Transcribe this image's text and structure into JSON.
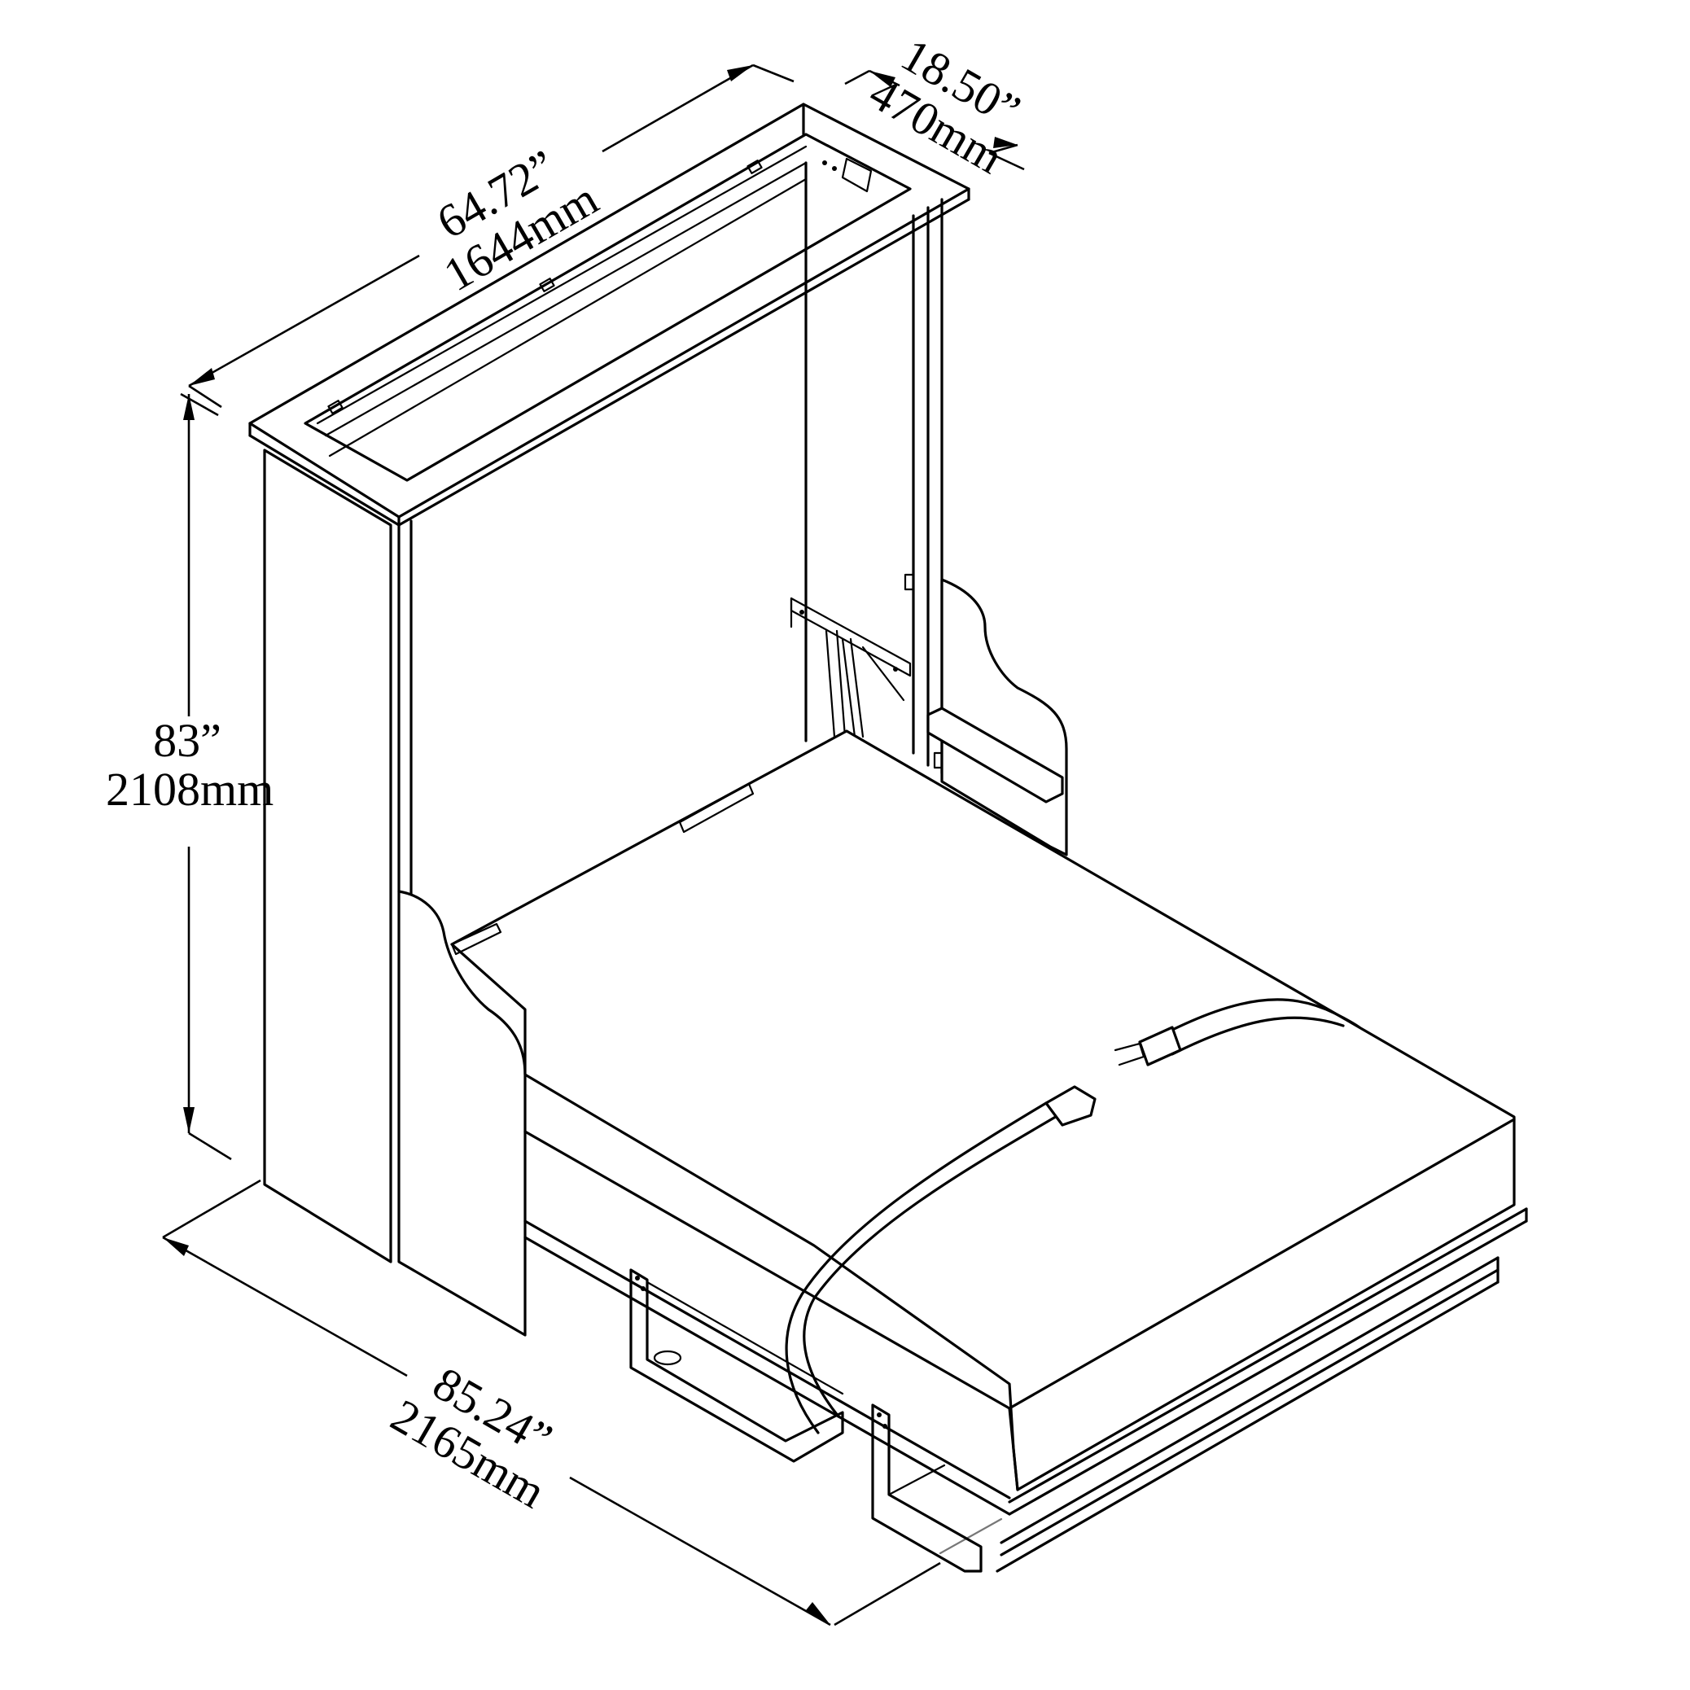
{
  "diagram": {
    "subject": "Wall bed (Murphy bed) cabinet, open position, isometric line drawing",
    "colors": {
      "line": "#000000",
      "background": "#ffffff"
    },
    "dimensions": {
      "width": {
        "imperial": "64.72”",
        "metric": "1644mm"
      },
      "depth": {
        "imperial": "18.50”",
        "metric": "470mm"
      },
      "height": {
        "imperial": "83”",
        "metric": "2108mm"
      },
      "open_length": {
        "imperial": "85.24”",
        "metric": "2165mm"
      }
    },
    "parts": [
      "crown-top-cabinet",
      "left-side-panel",
      "right-side-panel",
      "scalloped-side-wing-left",
      "scalloped-side-wing-right",
      "gas-piston-lift-mechanism",
      "mattress",
      "mattress-strap-with-buckle",
      "fold-out-legs",
      "bed-frame-rail"
    ]
  }
}
